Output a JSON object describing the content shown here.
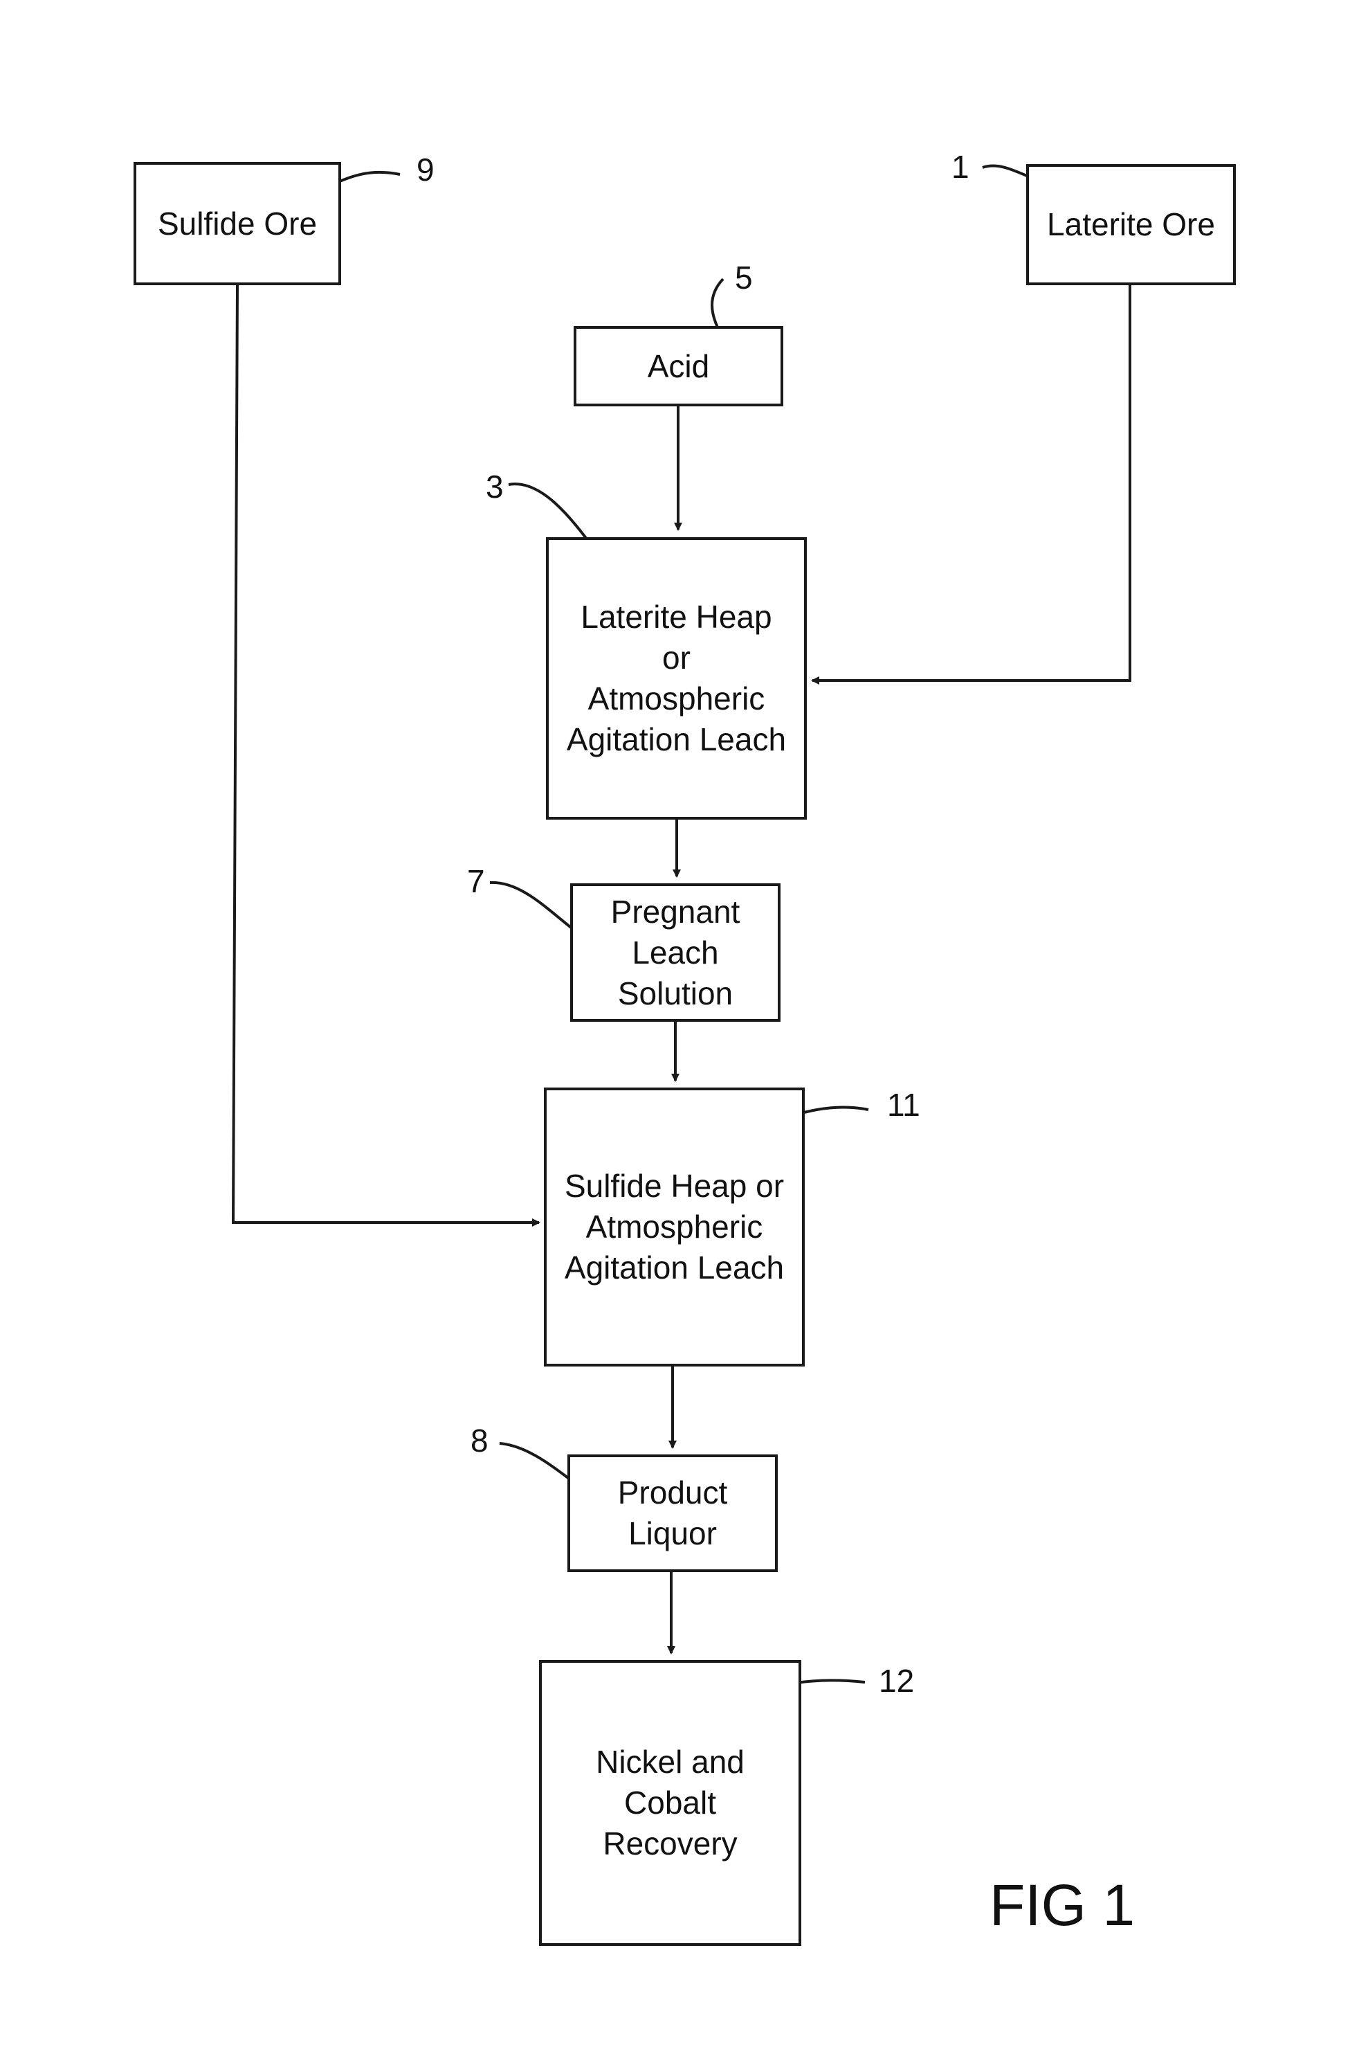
{
  "boxes": {
    "sulfide_ore": "Sulfide Ore",
    "laterite_ore": "Laterite Ore",
    "acid": "Acid",
    "laterite_leach": "Laterite Heap\nor\nAtmospheric\nAgitation Leach",
    "pregnant_leach": "Pregnant\nLeach\nSolution",
    "sulfide_leach": "Sulfide Heap or\nAtmospheric\nAgitation Leach",
    "product_liquor": "Product\nLiquor",
    "recovery": "Nickel and\nCobalt\nRecovery"
  },
  "refs": {
    "laterite_ore": "1",
    "laterite_leach": "3",
    "acid": "5",
    "pregnant_leach": "7",
    "product_liquor": "8",
    "sulfide_ore": "9",
    "sulfide_leach": "11",
    "recovery": "12"
  },
  "figure_label": "FIG 1",
  "line_color": "#1a1a1a"
}
